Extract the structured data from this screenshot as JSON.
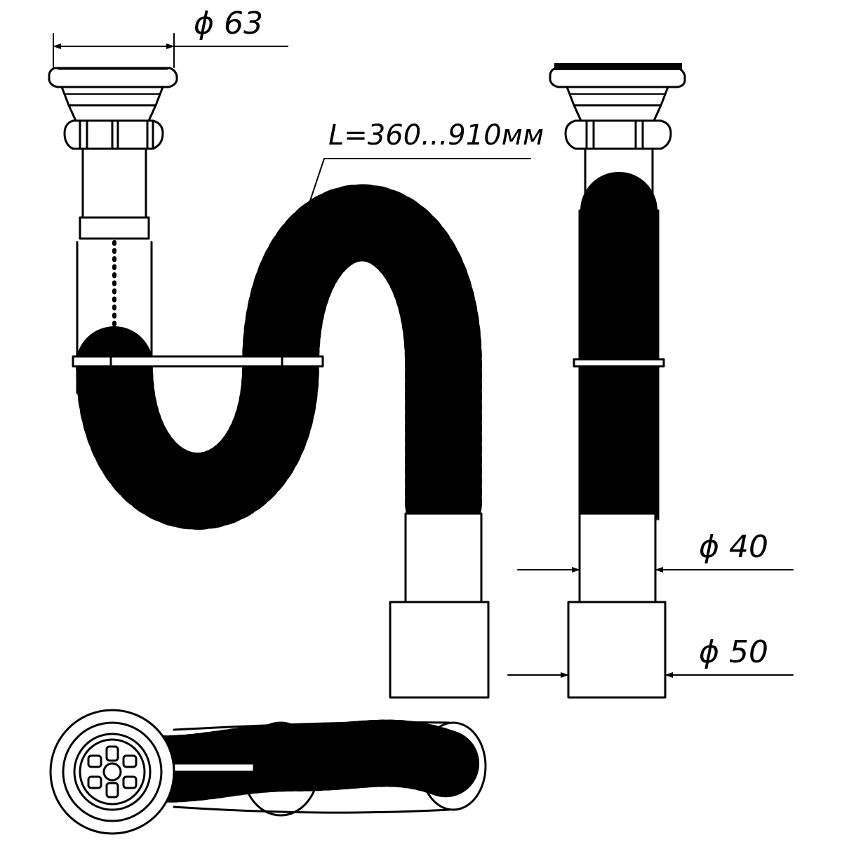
{
  "diagram": {
    "labels": {
      "inlet_diameter": "ϕ 63",
      "hose_length": "L=360...910мм",
      "outlet_diameter_small": "ϕ 40",
      "outlet_diameter_large": "ϕ 50"
    },
    "views": [
      "front-view",
      "side-view",
      "top-view"
    ],
    "colors": {
      "line": "#000000",
      "background": "#ffffff"
    }
  }
}
